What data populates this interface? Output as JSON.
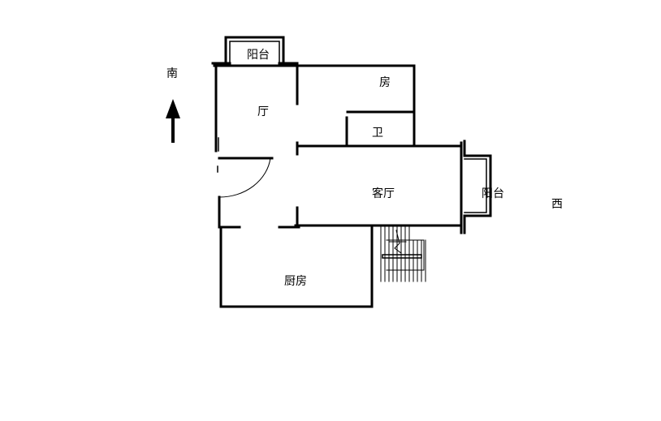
{
  "compass": {
    "north_label": "南",
    "west_label": "西"
  },
  "rooms": {
    "balcony_top": "阳台",
    "bedroom": "房",
    "hall": "厅",
    "bathroom": "卫",
    "living_room": "客厅",
    "balcony_right": "阳台",
    "kitchen": "厨房"
  },
  "colors": {
    "wall": "#000000",
    "background": "#ffffff"
  }
}
